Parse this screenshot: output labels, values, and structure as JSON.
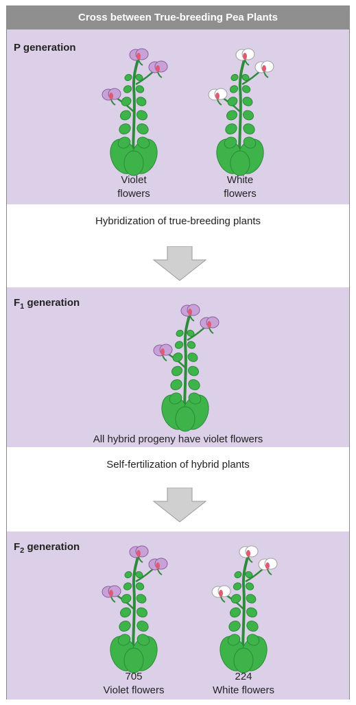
{
  "title": "Cross between True-breeding Pea Plants",
  "p_generation": {
    "label": "P generation",
    "plants": [
      {
        "flower_color": "violet",
        "caption_line1": "Violet",
        "caption_line2": "flowers"
      },
      {
        "flower_color": "white",
        "caption_line1": "White",
        "caption_line2": "flowers"
      }
    ]
  },
  "step1": "Hybridization of true-breeding plants",
  "f1_generation": {
    "label_main": "F",
    "label_sub": "1",
    "label_rest": " generation",
    "caption": "All hybrid progeny have violet flowers"
  },
  "step2": "Self-fertilization of hybrid plants",
  "f2_generation": {
    "label_main": "F",
    "label_sub": "2",
    "label_rest": " generation",
    "plants": [
      {
        "flower_color": "violet",
        "count": "705",
        "caption": "Violet flowers"
      },
      {
        "flower_color": "white",
        "count": "224",
        "caption": "White flowers"
      }
    ]
  },
  "colors": {
    "band": "#dcd0e8",
    "header": "#8f8f8f",
    "leaf": "#3db34a",
    "violet_flower": "#c8a2d6",
    "white_flower": "#ffffff",
    "arrow": "#d0d0d0"
  }
}
